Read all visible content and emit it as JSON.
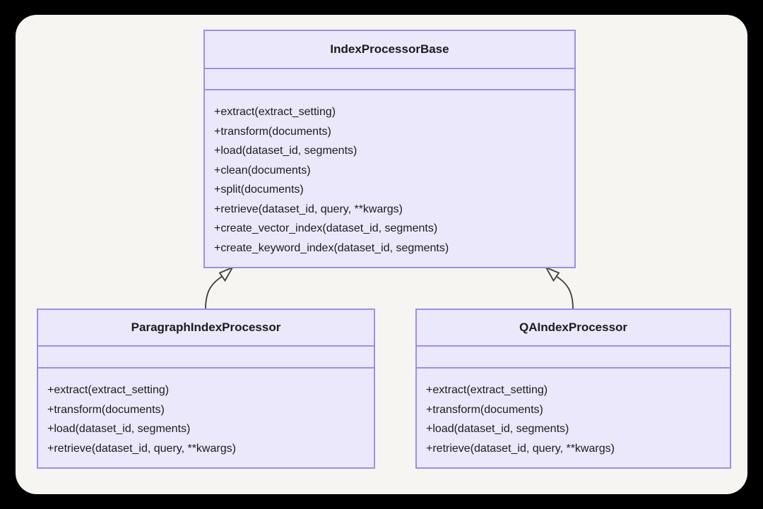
{
  "diagram": {
    "type": "uml-class-diagram",
    "background_color": "#000000",
    "canvas_color": "#F7F5F2",
    "class_fill_color": "#EBE8FC",
    "class_border_color": "#9E8EE8",
    "text_color": "#1B1B1B",
    "edge_color": "#3D3D3D",
    "classes": [
      {
        "id": "base",
        "name": "IndexProcessorBase",
        "attributes": [],
        "methods": [
          "+extract(extract_setting)",
          "+transform(documents)",
          "+load(dataset_id, segments)",
          "+clean(documents)",
          "+split(documents)",
          "+retrieve(dataset_id, query, **kwargs)",
          "+create_vector_index(dataset_id, segments)",
          "+create_keyword_index(dataset_id, segments)"
        ]
      },
      {
        "id": "paragraph",
        "name": "ParagraphIndexProcessor",
        "attributes": [],
        "methods": [
          "+extract(extract_setting)",
          "+transform(documents)",
          "+load(dataset_id, segments)",
          "+retrieve(dataset_id, query, **kwargs)"
        ]
      },
      {
        "id": "qa",
        "name": "QAIndexProcessor",
        "attributes": [],
        "methods": [
          "+extract(extract_setting)",
          "+transform(documents)",
          "+load(dataset_id, segments)",
          "+retrieve(dataset_id, query, **kwargs)"
        ]
      }
    ],
    "relationships": [
      {
        "id": "paragraph-to-base",
        "type": "generalization",
        "from": "ParagraphIndexProcessor",
        "to": "IndexProcessorBase",
        "arrow": "hollow-triangle"
      },
      {
        "id": "qa-to-base",
        "type": "generalization",
        "from": "QAIndexProcessor",
        "to": "IndexProcessorBase",
        "arrow": "hollow-triangle"
      }
    ]
  }
}
